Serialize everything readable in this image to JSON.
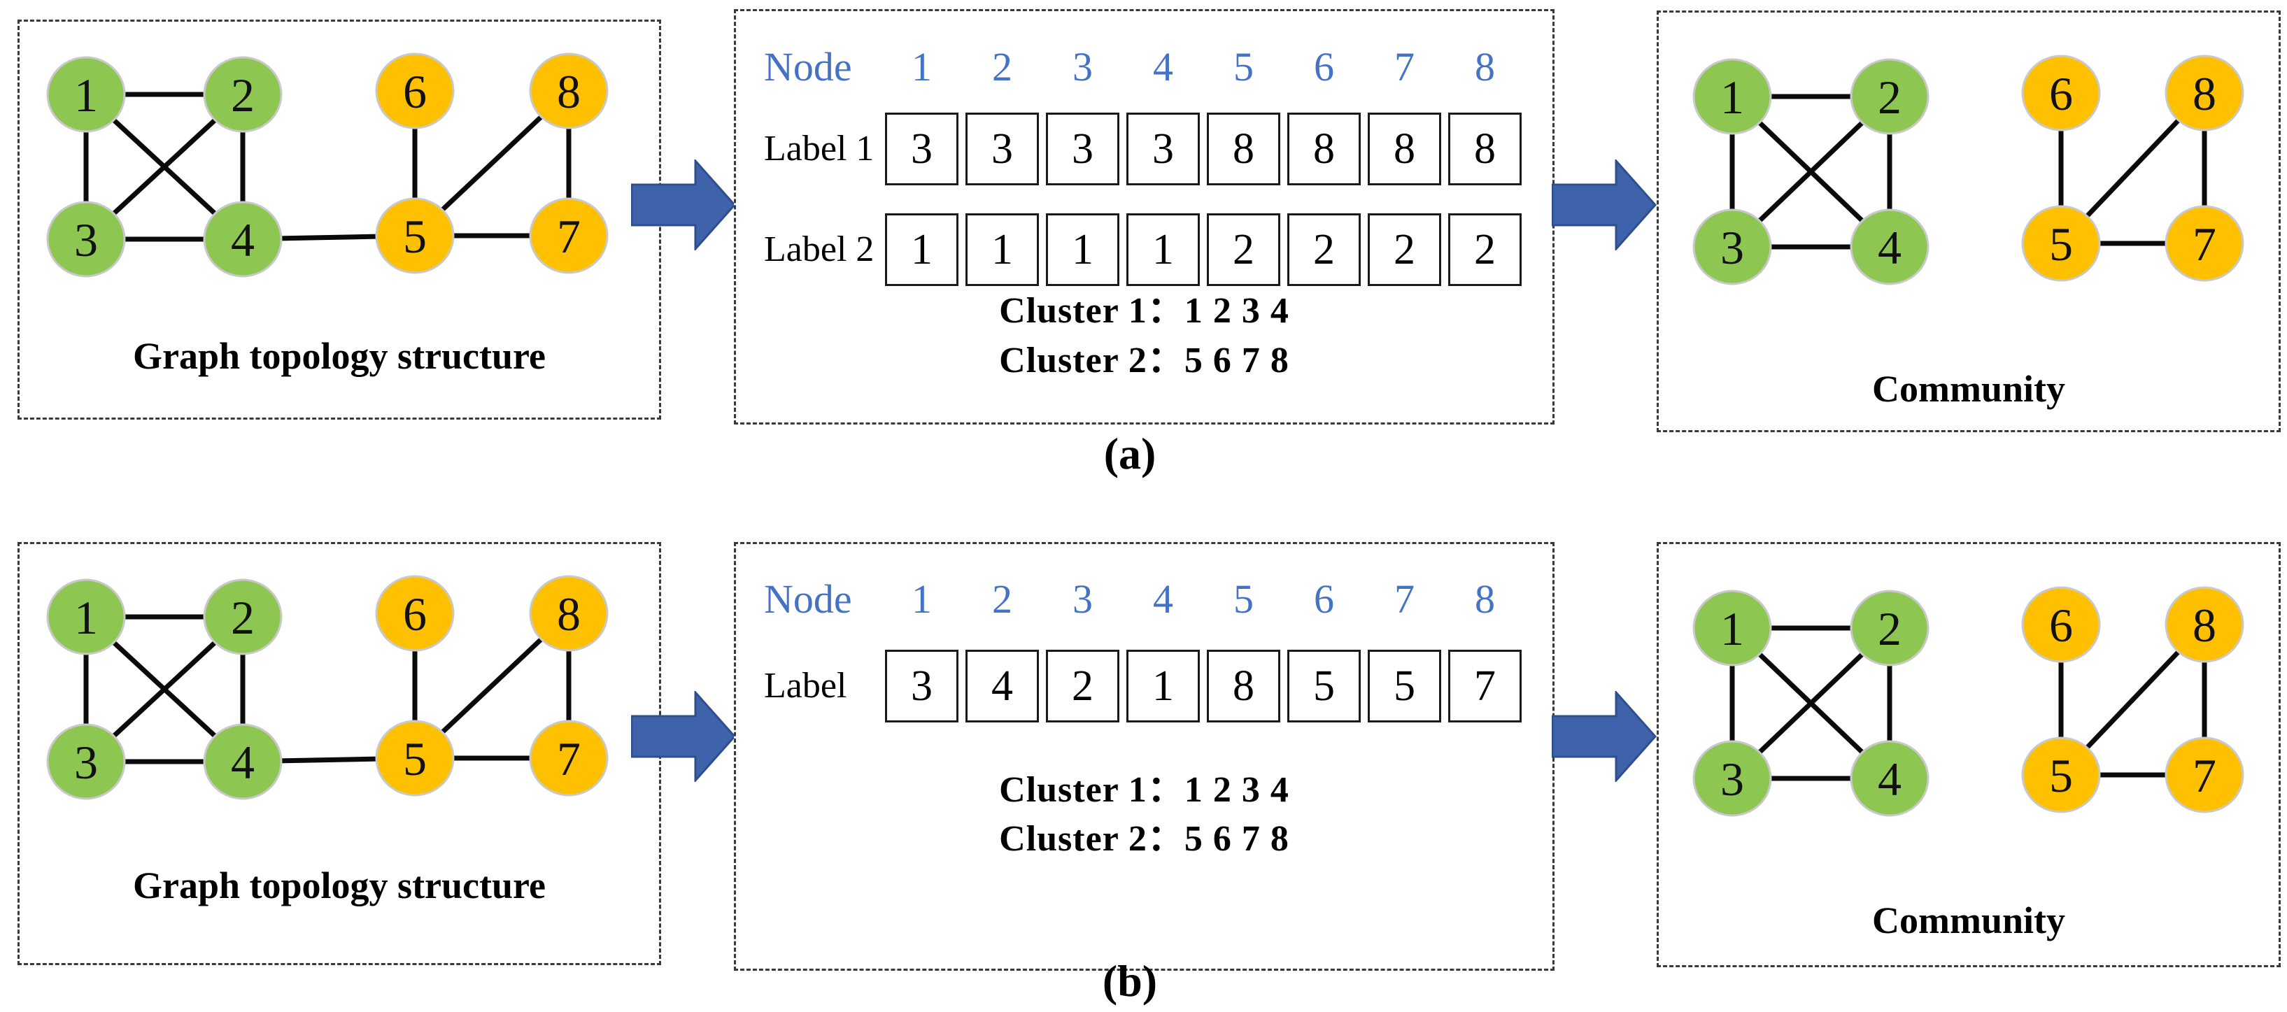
{
  "colors": {
    "node_green": "#8dc751",
    "node_orange": "#ffc000",
    "node_outline": "#c9c9c9",
    "edge": "#0a0a0a",
    "arrow_fill": "#3f63ab",
    "arrow_stroke": "#2f4e8c",
    "header_blue": "#4472c4"
  },
  "captions": {
    "a": "(a)",
    "b": "(b)"
  },
  "graph": {
    "nodes": [
      {
        "label": "1",
        "group": "green"
      },
      {
        "label": "2",
        "group": "green"
      },
      {
        "label": "3",
        "group": "green"
      },
      {
        "label": "4",
        "group": "green"
      },
      {
        "label": "5",
        "group": "orange"
      },
      {
        "label": "6",
        "group": "orange"
      },
      {
        "label": "7",
        "group": "orange"
      },
      {
        "label": "8",
        "group": "orange"
      }
    ],
    "topology_edges": [
      [
        "1",
        "2"
      ],
      [
        "1",
        "3"
      ],
      [
        "1",
        "4"
      ],
      [
        "2",
        "3"
      ],
      [
        "2",
        "4"
      ],
      [
        "3",
        "4"
      ],
      [
        "4",
        "5"
      ],
      [
        "5",
        "6"
      ],
      [
        "5",
        "7"
      ],
      [
        "5",
        "8"
      ],
      [
        "7",
        "8"
      ]
    ],
    "community_edges": [
      [
        "1",
        "2"
      ],
      [
        "1",
        "3"
      ],
      [
        "1",
        "4"
      ],
      [
        "2",
        "3"
      ],
      [
        "2",
        "4"
      ],
      [
        "3",
        "4"
      ],
      [
        "5",
        "6"
      ],
      [
        "5",
        "7"
      ],
      [
        "5",
        "8"
      ],
      [
        "7",
        "8"
      ]
    ]
  },
  "panel_a": {
    "topology_title": "Graph topology structure",
    "community_title": "Community",
    "table": {
      "node_header": "Node",
      "node_numbers": [
        "1",
        "2",
        "3",
        "4",
        "5",
        "6",
        "7",
        "8"
      ],
      "rows": [
        {
          "label": "Label 1",
          "values": [
            "3",
            "3",
            "3",
            "3",
            "8",
            "8",
            "8",
            "8"
          ]
        },
        {
          "label": "Label 2",
          "values": [
            "1",
            "1",
            "1",
            "1",
            "2",
            "2",
            "2",
            "2"
          ]
        }
      ],
      "clusters": [
        "Cluster 1：1 2 3 4",
        "Cluster 2：5 6 7 8"
      ]
    }
  },
  "panel_b": {
    "topology_title": "Graph topology structure",
    "community_title": "Community",
    "table": {
      "node_header": "Node",
      "node_numbers": [
        "1",
        "2",
        "3",
        "4",
        "5",
        "6",
        "7",
        "8"
      ],
      "rows": [
        {
          "label": "Label",
          "values": [
            "3",
            "4",
            "2",
            "1",
            "8",
            "5",
            "5",
            "7"
          ]
        }
      ],
      "clusters": [
        "Cluster 1：1 2 3 4",
        "Cluster 2：5 6 7 8"
      ]
    }
  }
}
